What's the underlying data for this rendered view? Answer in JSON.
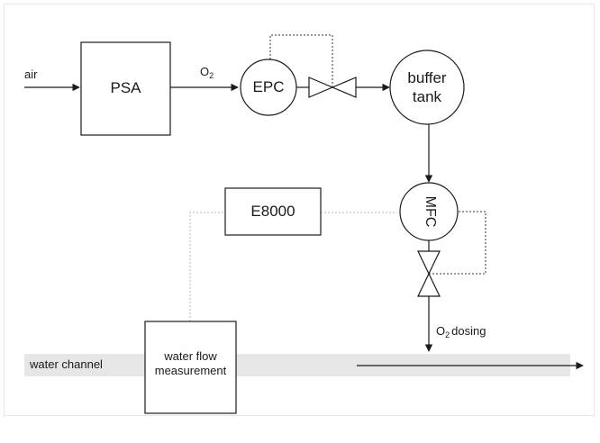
{
  "nodes": {
    "air": "air",
    "psa": "PSA",
    "o2_base": "O",
    "o2_sub": "2",
    "epc": "EPC",
    "buffer_line1": "buffer",
    "buffer_line2": "tank",
    "mfc": "MFC",
    "e8000": "E8000",
    "dosing_o": "O",
    "dosing_sub": "2",
    "dosing_word": "dosing",
    "wfm_line1": "water flow",
    "wfm_line2": "measurement",
    "channel": "water channel"
  },
  "colors": {
    "line": "#1a1a1a",
    "dotted": "#b5b5b5",
    "channel": "#e6e6e6",
    "frame": "#e3e8ea"
  }
}
